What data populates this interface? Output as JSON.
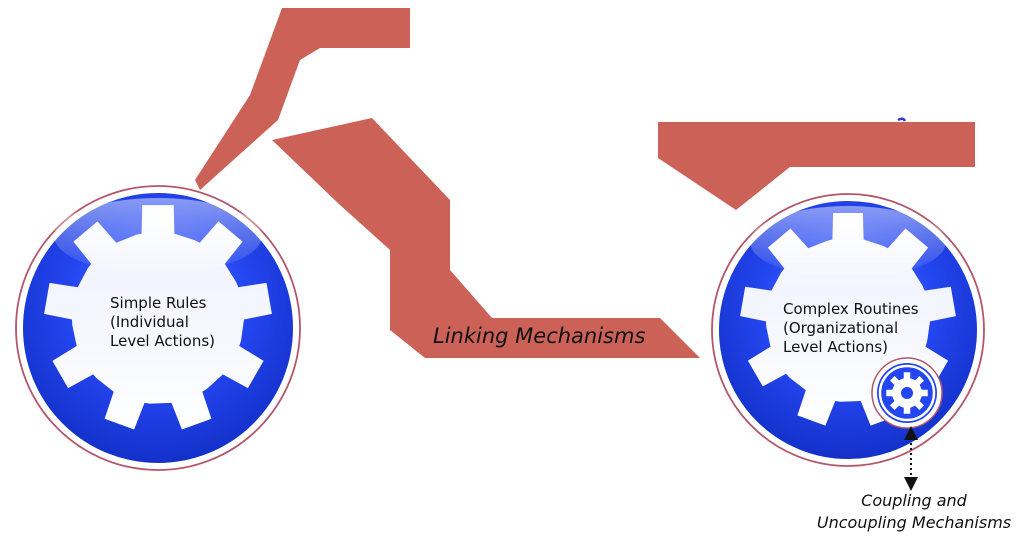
{
  "colors": {
    "frame": "#cc6158",
    "wheel_blue": "#1e3fe8",
    "wheel_rim": "#b3566a",
    "gear_fill": "#ffffff",
    "background": "#ffffff"
  },
  "icons": {
    "left_gear": "gear-icon",
    "right_gear": "gear-icon",
    "small_gear": "gear-icon",
    "connector": "dotted-double-arrow-icon"
  },
  "left_wheel": {
    "line1": "Simple Rules",
    "line2": "(Individual",
    "line3": "Level Actions)"
  },
  "right_wheel": {
    "line1": "Complex Routines",
    "line2": "(Organizational",
    "line3": "Level Actions)"
  },
  "link_label": "Linking Mechanisms",
  "coupling": {
    "line1": "Coupling and",
    "line2": "Uncoupling Mechanisms"
  }
}
